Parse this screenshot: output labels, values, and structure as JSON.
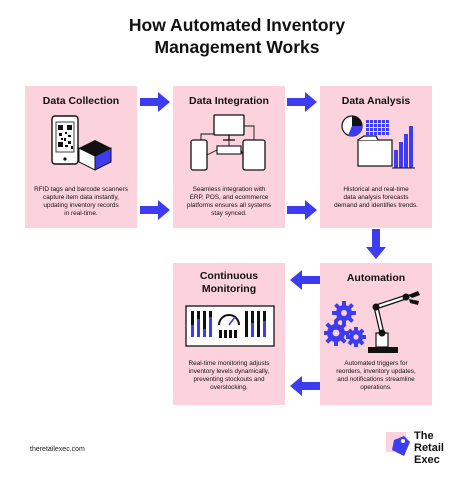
{
  "title_line1": "How Automated Inventory",
  "title_line2": "Management Works",
  "cards": {
    "collection": {
      "title": "Data Collection",
      "desc1": "RFID tags and barcode scanners",
      "desc2": "capture item data instantly,",
      "desc3": "updating inventory records",
      "desc4": "in real-time."
    },
    "integration": {
      "title": "Data Integration",
      "desc1": "Seamless integration with",
      "desc2": "ERP, POS, and ecommerce",
      "desc3": "platforms ensures all systems",
      "desc4": "stay synced."
    },
    "analysis": {
      "title": "Data Analysis",
      "desc1": "Historical and real-time",
      "desc2": "data analysis forecasts",
      "desc3": "demand and identifies trends."
    },
    "automation": {
      "title": "Automation",
      "desc1": "Automated triggers for",
      "desc2": "reorders, inventory updates,",
      "desc3": "and notifications streamline",
      "desc4": "operations."
    },
    "monitoring": {
      "title1": "Continuous",
      "title2": "Monitoring",
      "desc1": "Real-time monitoring adjusts",
      "desc2": "inventory levels dynamically,",
      "desc3": "preventing stockouts and",
      "desc4": "overstocking."
    }
  },
  "footer": {
    "url": "theretailexec.com",
    "brand_line1": "The",
    "brand_line2": "Retail",
    "brand_line3": "Exec"
  },
  "colors": {
    "card_bg": "#fcd3dc",
    "arrow": "#3d3cf0",
    "accent_blue": "#3d3cf0"
  },
  "icons": {
    "collection": "qr-scanner-box-icon",
    "integration": "connected-devices-icon",
    "analysis": "charts-folder-icon",
    "automation": "robot-arm-gears-icon",
    "monitoring": "control-panel-icon",
    "brand": "price-tag-logo-icon"
  }
}
